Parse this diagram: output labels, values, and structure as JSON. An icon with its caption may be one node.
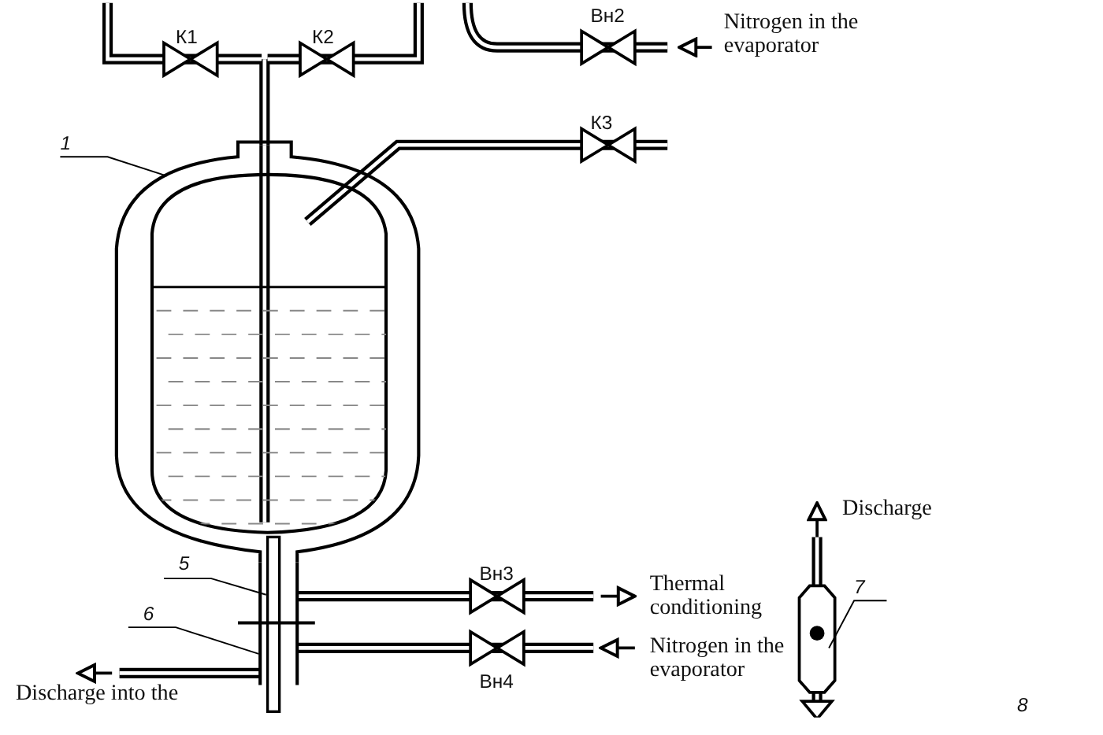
{
  "diagram": {
    "nodes": [
      {
        "text": [
          "1"
        ]
      },
      {
        "text": [],
        "shape": "vessel"
      },
      {
        "text": [
          "5"
        ]
      },
      {
        "text": [],
        "shape": "pipe"
      },
      {
        "text": [
          "6"
        ]
      },
      {
        "text": [],
        "shape": "pipe"
      },
      {
        "text": [
          "7"
        ]
      },
      {
        "text": [],
        "shape": "tube"
      }
    ],
    "edges": [
      {
        "from": 0,
        "to": 1,
        "arrow": "none"
      },
      {
        "from": 2,
        "to": 3,
        "arrow": "none"
      },
      {
        "from": 4,
        "to": 5,
        "arrow": "none"
      },
      {
        "from": 6,
        "to": 7,
        "arrow": "none"
      }
    ],
    "labels": [
      "К1",
      "К2",
      "Вн2",
      "Nitrogen in the evaporator",
      "К3",
      "Вн3",
      "Thermal conditioning",
      "Discharge",
      "Вн4",
      "Nitrogen in the evaporator",
      "Discharge into the",
      "8"
    ]
  }
}
